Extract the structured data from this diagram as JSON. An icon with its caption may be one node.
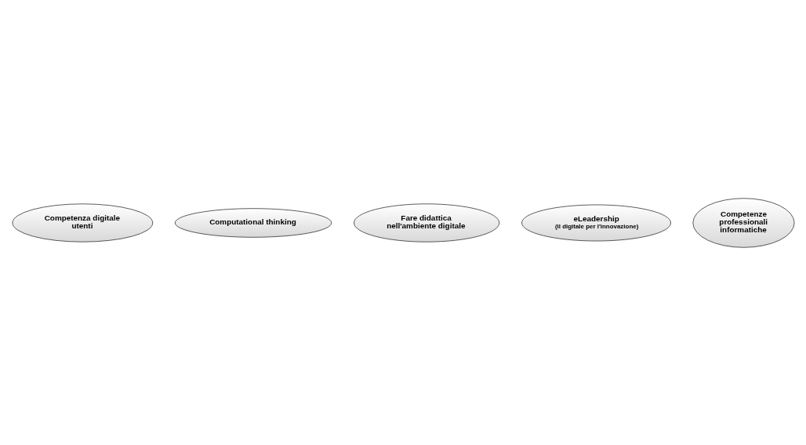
{
  "diagram": {
    "nodes": [
      {
        "text": [
          "Competenza digitale utenti"
        ]
      },
      {
        "text": [
          "Computational thinking"
        ]
      },
      {
        "text": [
          "Fare didattica nell'ambiente digitale"
        ]
      },
      {
        "text": [
          "eLeadership",
          "(il digitale per l'innovazione)"
        ]
      },
      {
        "text": [
          "Competenze professionali informatiche"
        ]
      }
    ],
    "edges": []
  }
}
